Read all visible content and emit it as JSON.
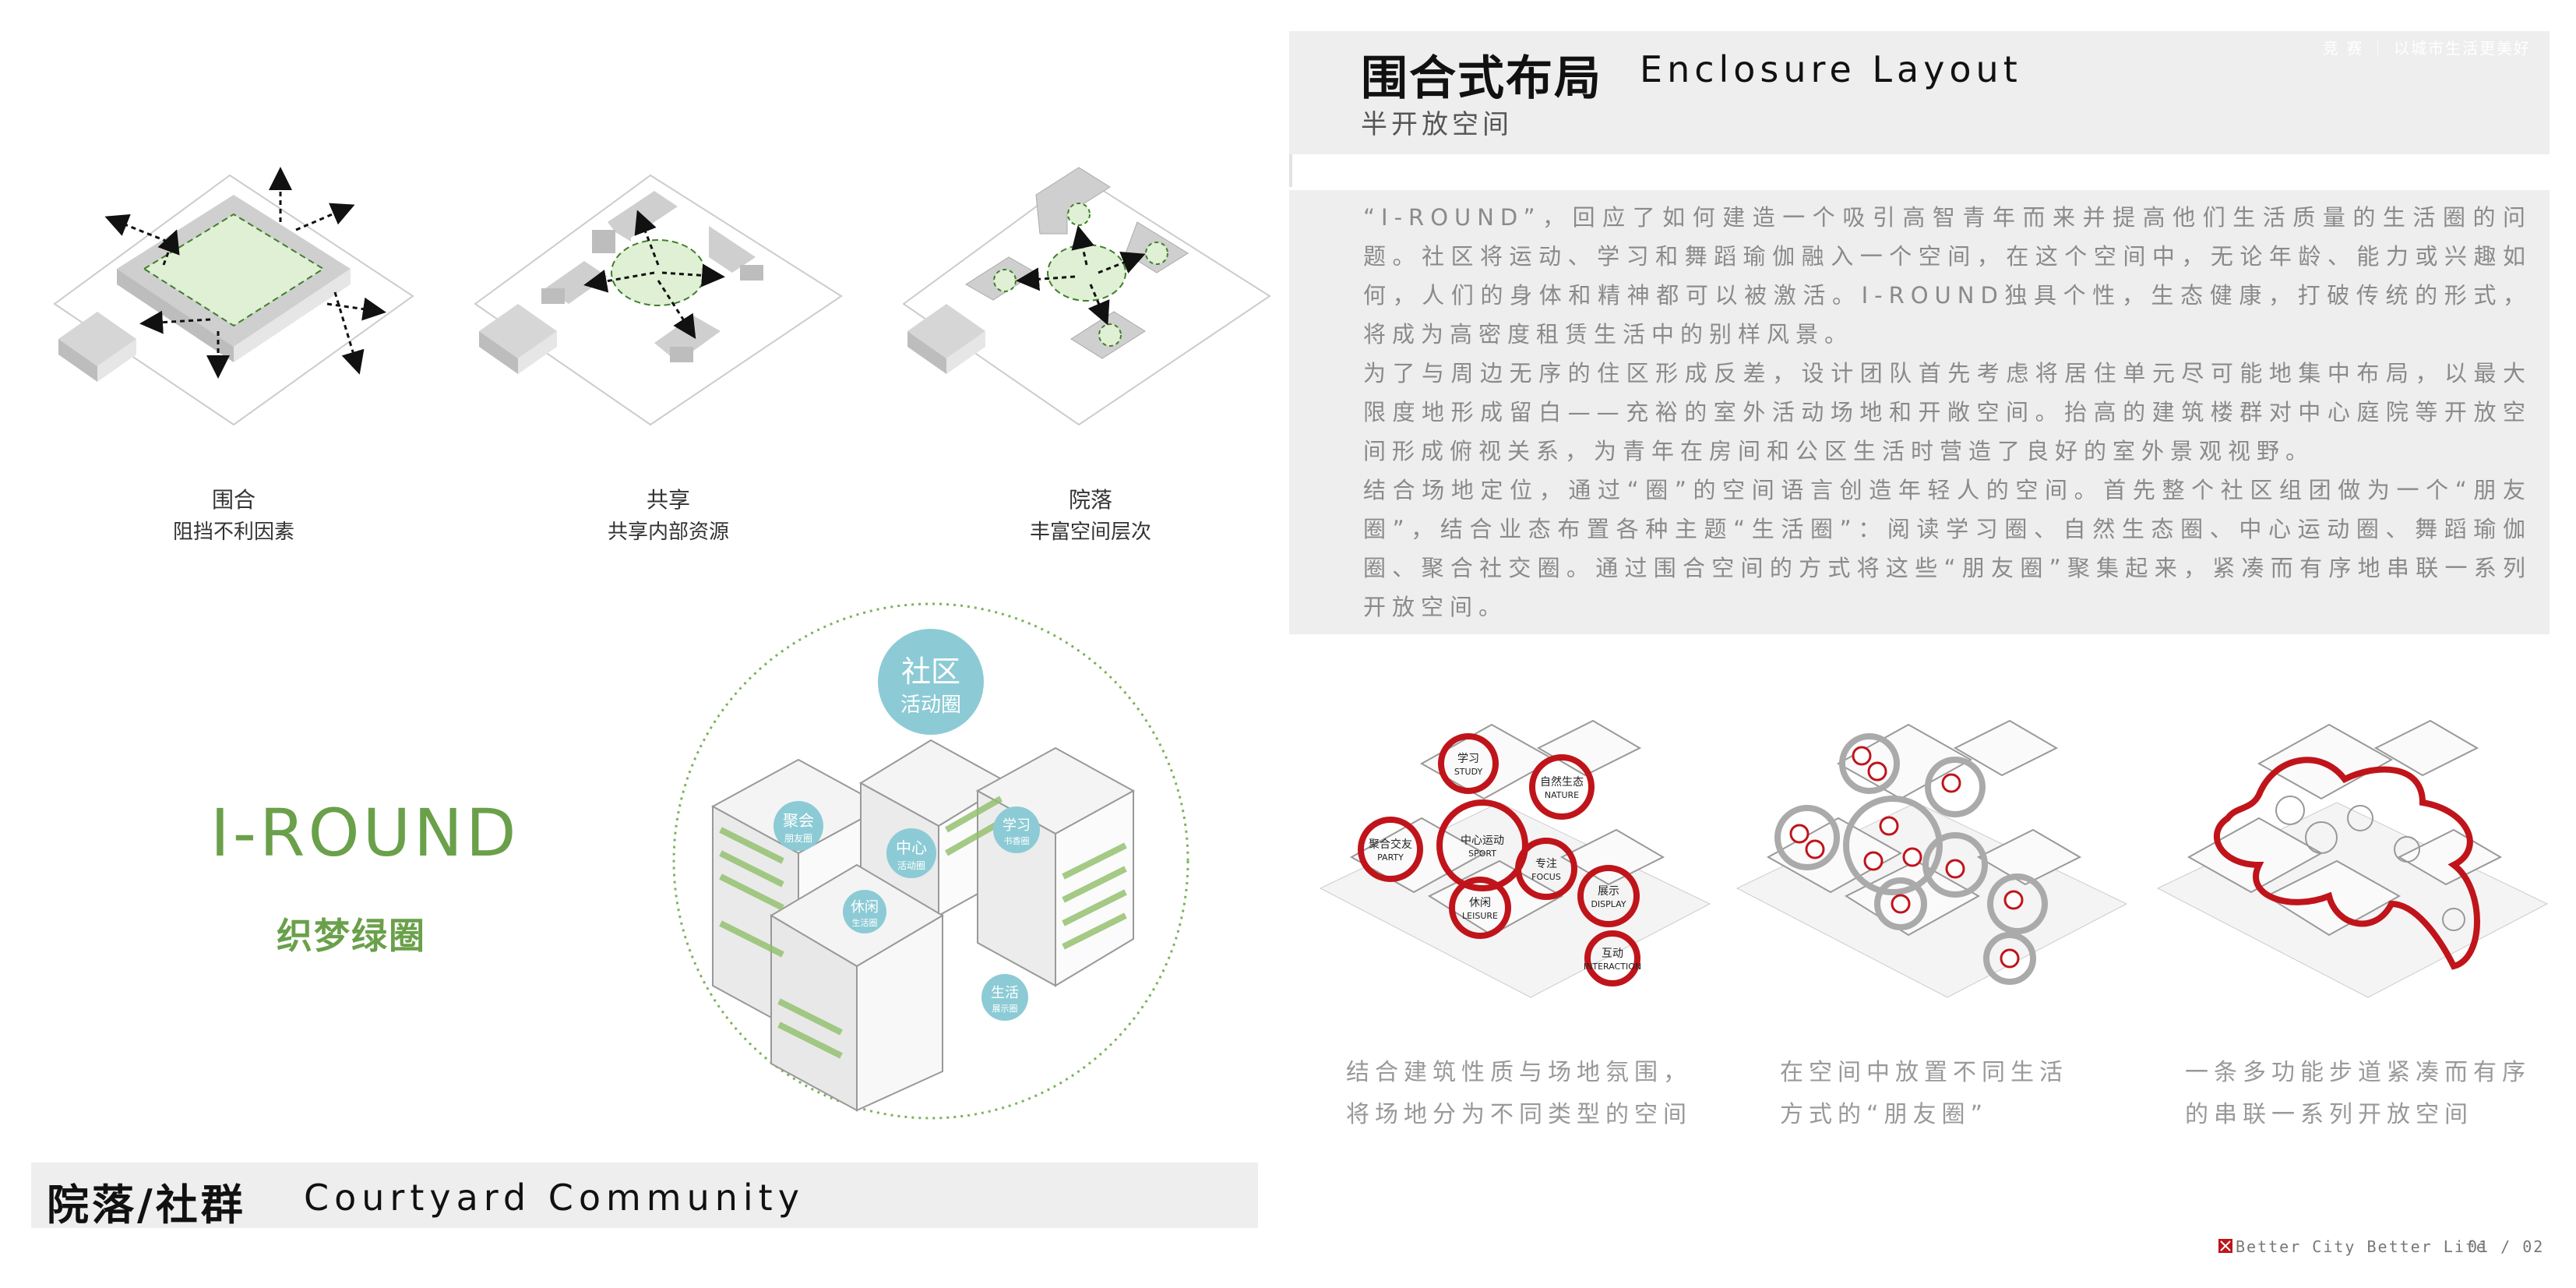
{
  "header": {
    "title_zh": "围合式布局",
    "title_en": "Enclosure Layout",
    "subtitle": "半开放空间",
    "corner_text": "竞 赛 ｜ 以城市生活更美好"
  },
  "paragraphs": [
    "“I-ROUND”，回应了如何建造一个吸引高智青年而来并提高他们生活质量的生活圈的问题。社区将运动、学习和舞蹈瑜伽融入一个空间，在这个空间中，无论年龄、能力或兴趣如何，人们的身体和精神都可以被激活。I-ROUND独具个性，生态健康，打破传统的形式，将成为高密度租赁生活中的别样风景。",
    "为了与周边无序的住区形成反差，设计团队首先考虑将居住单元尽可能地集中布局，以最大限度地形成留白——充裕的室外活动场地和开敞空间。抬高的建筑楼群对中心庭院等开放空间形成俯视关系，为青年在房间和公区生活时营造了良好的室外景观视野。",
    "结合场地定位，通过“圈”的空间语言创造年轻人的空间。首先整个社区组团做为一个“朋友圈”，结合业态布置各种主题“生活圈”：阅读学习圈、自然生态圈、中心运动圈、舞蹈瑜伽圈、聚合社交圈。通过围合空间的方式将这些“朋友圈”聚集起来，紧凑而有序地串联一系列开放空间。"
  ],
  "diagrams": [
    {
      "title": "围合",
      "subtitle": "阻挡不利因素"
    },
    {
      "title": "共享",
      "subtitle": "共享内部资源"
    },
    {
      "title": "院落",
      "subtitle": "丰富空间层次"
    }
  ],
  "brand": {
    "name": "I-ROUND",
    "slogan": "织梦绿圈"
  },
  "bubbles": {
    "main_line1": "社区",
    "main_line2": "活动圈",
    "items": [
      {
        "zh": "聚会",
        "sub": "朋友圈"
      },
      {
        "zh": "中心",
        "sub": "活动圈"
      },
      {
        "zh": "学习",
        "sub": "书香圈"
      },
      {
        "zh": "休闲",
        "sub": "生活圈"
      },
      {
        "zh": "生活",
        "sub": "展示圈"
      }
    ]
  },
  "circle_labels": [
    {
      "zh": "学习",
      "en": "STUDY"
    },
    {
      "zh": "自然生态",
      "en": "NATURE"
    },
    {
      "zh": "聚合交友",
      "en": "PARTY"
    },
    {
      "zh": "中心运动",
      "en": "SPORT"
    },
    {
      "zh": "专注",
      "en": "FOCUS"
    },
    {
      "zh": "休闲",
      "en": "LEISURE"
    },
    {
      "zh": "展示",
      "en": "DISPLAY"
    },
    {
      "zh": "互动",
      "en": "INTERACTION"
    }
  ],
  "bottom_title": {
    "zh": "院落/社群",
    "en": "Courtyard Community"
  },
  "right_captions": [
    {
      "line1": "结合建筑性质与场地氛围，",
      "line2": "将场地分为不同类型的空间"
    },
    {
      "line1": "在空间中放置不同生活",
      "line2": "方式的“朋友圈”"
    },
    {
      "line1": "一条多功能步道紧凑而有序",
      "line2": "的串联一系列开放空间"
    }
  ],
  "footer": {
    "slogan": "Better City Better Life",
    "page": "01 / 02"
  },
  "colors": {
    "green": "#6aa04a",
    "red": "#c0141b",
    "teal": "#8ccbd5",
    "panel": "#eeeeee"
  }
}
